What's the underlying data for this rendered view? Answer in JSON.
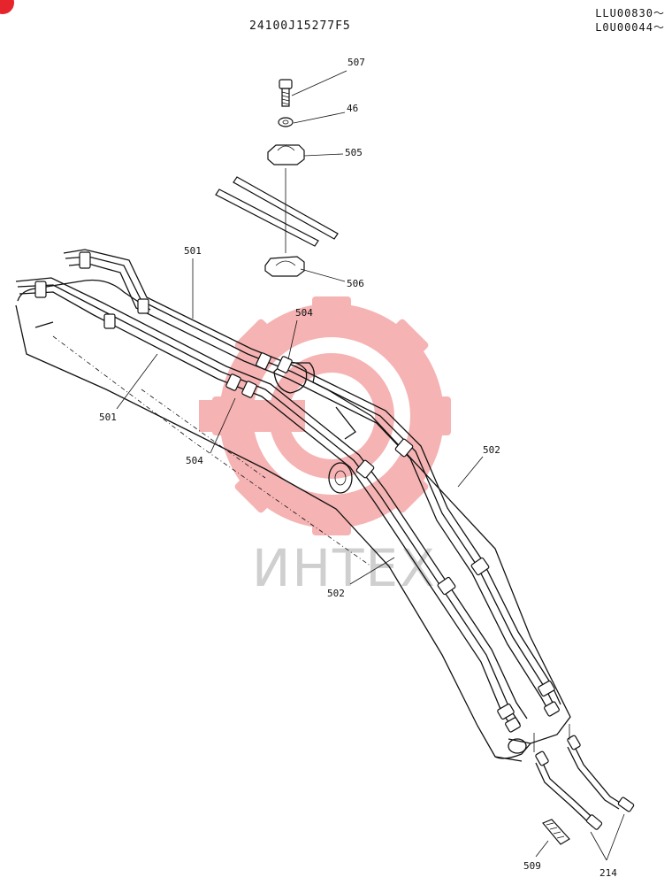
{
  "header": {
    "drawing_code": "24100J15277F5",
    "serial_ranges": [
      "LLU00830～",
      "L0U00044～"
    ]
  },
  "watermark": {
    "text": "ИНТЕХ",
    "gear_color": "#f6b3b3"
  },
  "colors": {
    "line": "#111111",
    "corner_mark": "#e5242b"
  },
  "callouts": [
    {
      "id": "c507",
      "label": "507"
    },
    {
      "id": "c46",
      "label": "46"
    },
    {
      "id": "c505",
      "label": "505"
    },
    {
      "id": "c506",
      "label": "506"
    },
    {
      "id": "c501a",
      "label": "501"
    },
    {
      "id": "c504a",
      "label": "504"
    },
    {
      "id": "c501b",
      "label": "501"
    },
    {
      "id": "c504b",
      "label": "504"
    },
    {
      "id": "c502a",
      "label": "502"
    },
    {
      "id": "c502b",
      "label": "502"
    },
    {
      "id": "c509",
      "label": "509"
    },
    {
      "id": "c214",
      "label": "214"
    }
  ]
}
